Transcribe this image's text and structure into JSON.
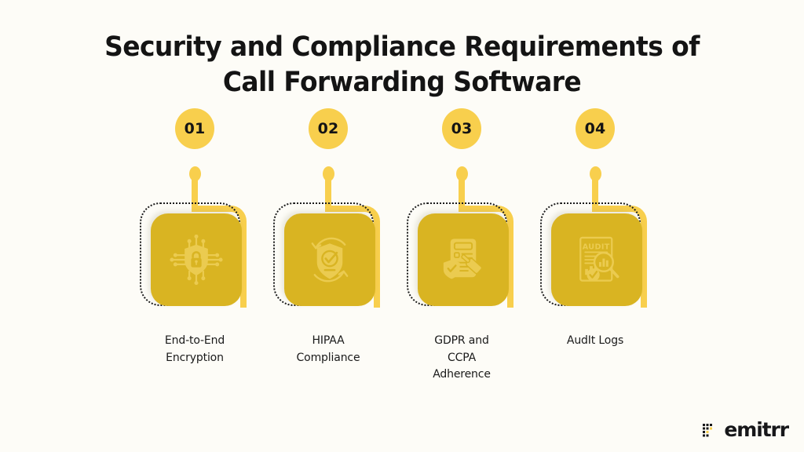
{
  "background_color": "#FDFCF7",
  "accent_color": "#F8CF4D",
  "card_color": "#D9B422",
  "text_color": "#141414",
  "title": {
    "line1": "Security and Compliance Requirements of",
    "line2": "Call Forwarding Software"
  },
  "steps": [
    {
      "number": "01",
      "label_line1": "End-to-End",
      "label_line2": "Encryption",
      "label_line3": "",
      "icon": "shield-lock-circuit-icon"
    },
    {
      "number": "02",
      "label_line1": "HIPAA",
      "label_line2": "Compliance",
      "label_line3": "",
      "icon": "shield-check-refresh-icon"
    },
    {
      "number": "03",
      "label_line1": "GDPR and",
      "label_line2": "CCPA",
      "label_line3": "Adherence",
      "icon": "document-gavel-shield-icon"
    },
    {
      "number": "04",
      "label_line1": "AudIt Logs",
      "label_line2": "",
      "label_line3": "",
      "icon": "audit-report-magnifier-icon"
    }
  ],
  "logo": {
    "word": "emitrr",
    "mark": "emitrr-dot-matrix-icon"
  }
}
